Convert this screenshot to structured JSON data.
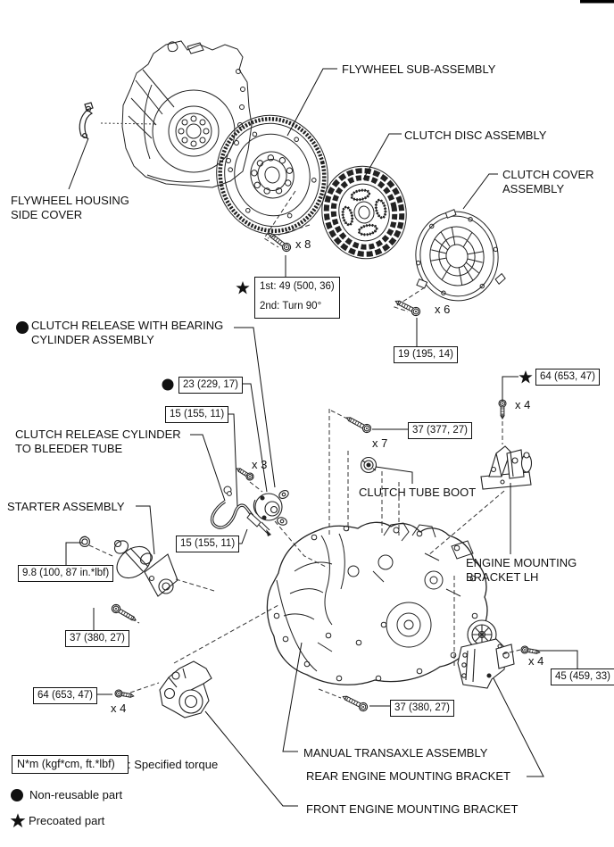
{
  "parts": {
    "flywheel_sub_assembly": "FLYWHEEL SUB-ASSEMBLY",
    "clutch_disc_assembly": "CLUTCH DISC ASSEMBLY",
    "clutch_cover_l1": "CLUTCH COVER",
    "clutch_cover_l2": "ASSEMBLY",
    "side_cover_l1": "FLYWHEEL HOUSING",
    "side_cover_l2": "SIDE COVER",
    "clutch_release_l1": "CLUTCH RELEASE WITH BEARING",
    "clutch_release_l2": "CYLINDER ASSEMBLY",
    "bleeder_tube_l1": "CLUTCH RELEASE CYLINDER",
    "bleeder_tube_l2": "TO BLEEDER TUBE",
    "starter_assembly": "STARTER ASSEMBLY",
    "clutch_tube_boot": "CLUTCH TUBE BOOT",
    "bracket_lh_l1": "ENGINE MOUNTING",
    "bracket_lh_l2": "BRACKET LH",
    "manual_transaxle": "MANUAL TRANSAXLE ASSEMBLY",
    "rear_bracket": "REAR ENGINE MOUNTING BRACKET",
    "front_bracket": "FRONT ENGINE MOUNTING BRACKET"
  },
  "torques": {
    "flywheel_1st": "1st: 49 (500, 36)",
    "flywheel_2nd": "2nd: Turn 90°",
    "clutch_cover": "19 (195, 14)",
    "union_23": "23 (229, 17)",
    "tube_15a": "15 (155, 11)",
    "tube_15b": "15 (155, 11)",
    "starter_nut": "9.8 (100, 87 in.*lbf)",
    "starter_bolt": "37 (380, 27)",
    "front_bracket_64": "64 (653, 47)",
    "lh_bracket_64": "64 (653, 47)",
    "transaxle_37": "37 (377, 27)",
    "rear_bracket_45": "45 (459, 33)",
    "rear_bolt_37": "37 (380, 27)"
  },
  "counts": {
    "flywheel": "x 8",
    "clutch_cover": "x 6",
    "release_cylinder": "x 3",
    "transaxle": "x 7",
    "lh_bracket": "x 4",
    "front_bracket": "x 4",
    "rear_bracket": "x 4"
  },
  "legend": {
    "torque_unit": "N*m (kgf*cm, ft.*lbf)",
    "torque_desc": ": Specified torque",
    "non_reusable": "Non-reusable part",
    "precoated": "Precoated part"
  },
  "colors": {
    "ink": "#111111",
    "paper": "#ffffff"
  }
}
